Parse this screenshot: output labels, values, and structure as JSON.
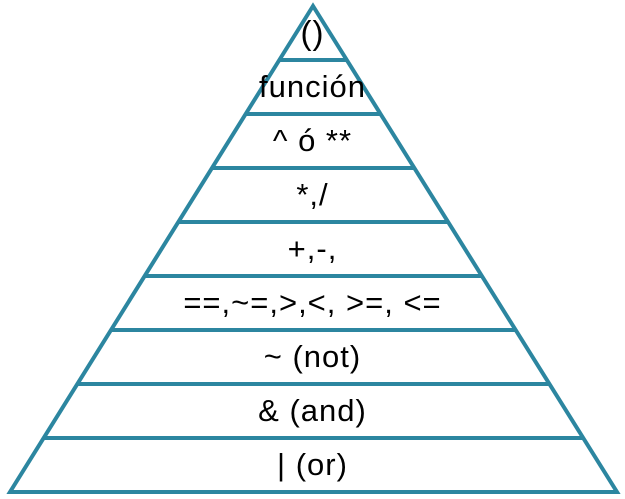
{
  "pyramid": {
    "line_color": "#2C86A0",
    "text_color": "#000000",
    "levels": [
      {
        "label": "()"
      },
      {
        "label": "función"
      },
      {
        "label": "^ ó **"
      },
      {
        "label": "*,/"
      },
      {
        "label": "+,-,"
      },
      {
        "label": "==,~=,>,<, >=, <="
      },
      {
        "label": "~ (not)"
      },
      {
        "label": "& (and)"
      },
      {
        "label": "| (or)"
      }
    ]
  }
}
